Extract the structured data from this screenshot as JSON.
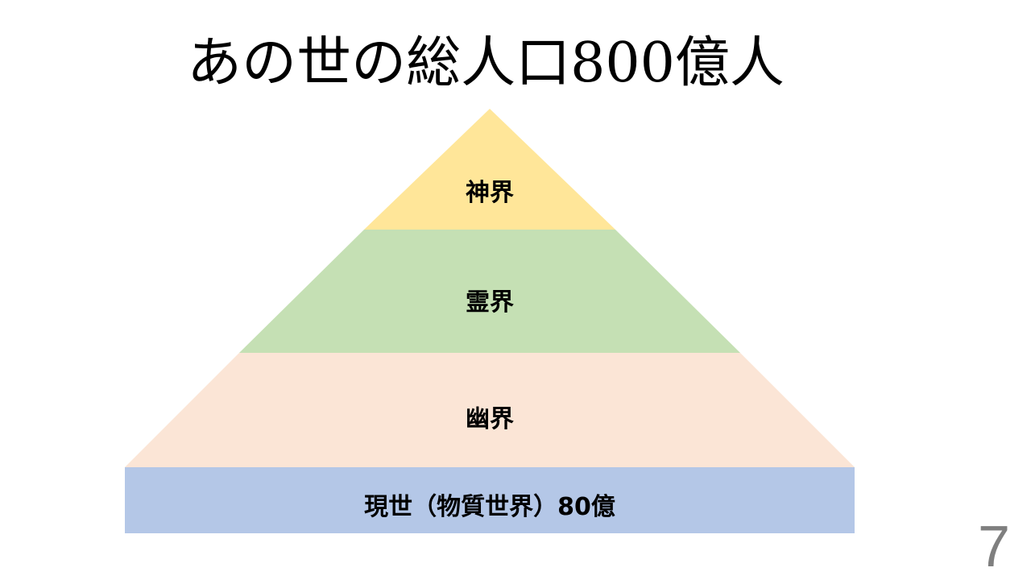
{
  "slide": {
    "title": "あの世の総人口800億人",
    "page_number": "7"
  },
  "pyramid": {
    "layers": [
      {
        "label": "神界",
        "color": "#FFE699"
      },
      {
        "label": "霊界",
        "color": "#C5E0B4"
      },
      {
        "label": "幽界",
        "color": "#FBE5D6"
      },
      {
        "label": "現世（物質世界）80億",
        "color": "#B4C7E7"
      }
    ]
  }
}
